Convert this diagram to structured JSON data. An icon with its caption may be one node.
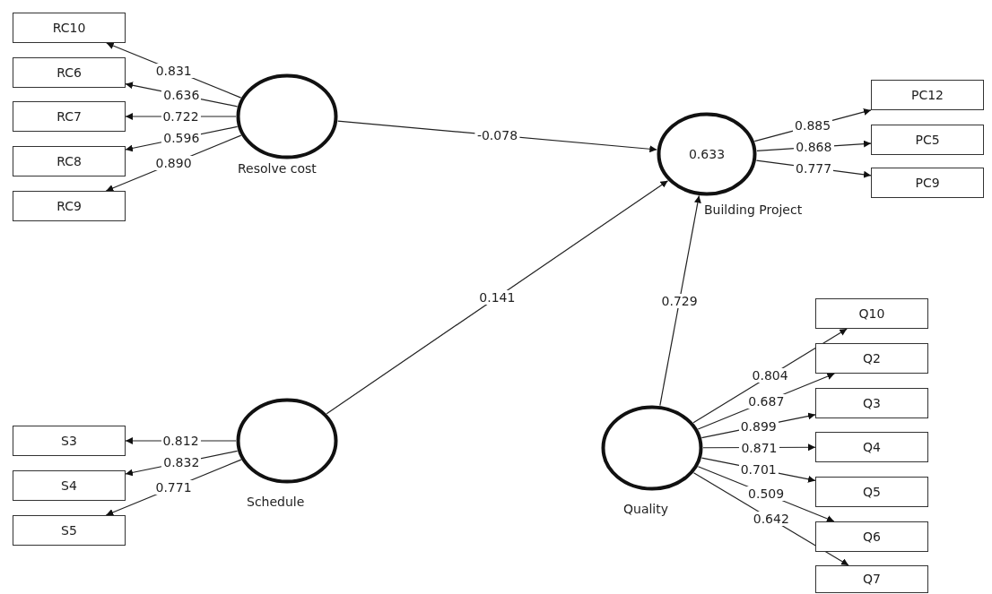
{
  "diagram": {
    "nodes": [
      {
        "text": [
          "RC10"
        ]
      },
      {
        "text": [
          "RC6"
        ]
      },
      {
        "text": [
          "RC7"
        ]
      },
      {
        "text": [
          "RC8"
        ]
      },
      {
        "text": [
          "RC9"
        ]
      },
      {
        "text": [
          "Resolve cost"
        ]
      },
      {
        "text": [
          "0.633",
          "Building Project"
        ]
      },
      {
        "text": [
          "PC12"
        ]
      },
      {
        "text": [
          "PC5"
        ]
      },
      {
        "text": [
          "PC9"
        ]
      },
      {
        "text": [
          "Q10"
        ]
      },
      {
        "text": [
          "Q2"
        ]
      },
      {
        "text": [
          "Q3"
        ]
      },
      {
        "text": [
          "Q4"
        ]
      },
      {
        "text": [
          "Q5"
        ]
      },
      {
        "text": [
          "Q6"
        ]
      },
      {
        "text": [
          "Q7"
        ]
      },
      {
        "text": [
          "Schedule"
        ]
      },
      {
        "text": [
          "S3"
        ]
      },
      {
        "text": [
          "S4"
        ]
      },
      {
        "text": [
          "S5"
        ]
      },
      {
        "text": [
          "Quality"
        ]
      }
    ],
    "edges": [
      {
        "from": 5,
        "to": 0,
        "arrow": "to",
        "label": "0.831"
      },
      {
        "from": 5,
        "to": 1,
        "arrow": "to",
        "label": "0.636"
      },
      {
        "from": 5,
        "to": 2,
        "arrow": "to",
        "label": "0.722"
      },
      {
        "from": 5,
        "to": 3,
        "arrow": "to",
        "label": "0.596"
      },
      {
        "from": 5,
        "to": 4,
        "arrow": "to",
        "label": "0.890"
      },
      {
        "from": 5,
        "to": 6,
        "arrow": "to",
        "label": "-0.078"
      },
      {
        "from": 6,
        "to": 7,
        "arrow": "to",
        "label": "0.885"
      },
      {
        "from": 6,
        "to": 8,
        "arrow": "to",
        "label": "0.868"
      },
      {
        "from": 6,
        "to": 9,
        "arrow": "to",
        "label": "0.777"
      },
      {
        "from": 17,
        "to": 6,
        "arrow": "to",
        "label": "0.141"
      },
      {
        "from": 21,
        "to": 6,
        "arrow": "to",
        "label": "0.729"
      },
      {
        "from": 21,
        "to": 10,
        "arrow": "to",
        "label": "0.804"
      },
      {
        "from": 21,
        "to": 11,
        "arrow": "to",
        "label": "0.687"
      },
      {
        "from": 21,
        "to": 12,
        "arrow": "to",
        "label": "0.899"
      },
      {
        "from": 21,
        "to": 13,
        "arrow": "to",
        "label": "0.871"
      },
      {
        "from": 21,
        "to": 14,
        "arrow": "to",
        "label": "0.701"
      },
      {
        "from": 21,
        "to": 15,
        "arrow": "to",
        "label": "0.509"
      },
      {
        "from": 21,
        "to": 16,
        "arrow": "to",
        "label": "0.642"
      },
      {
        "from": 17,
        "to": 18,
        "arrow": "to",
        "label": "0.812"
      },
      {
        "from": 17,
        "to": 19,
        "arrow": "to",
        "label": "0.832"
      },
      {
        "from": 17,
        "to": 20,
        "arrow": "to",
        "label": "0.771"
      }
    ]
  }
}
